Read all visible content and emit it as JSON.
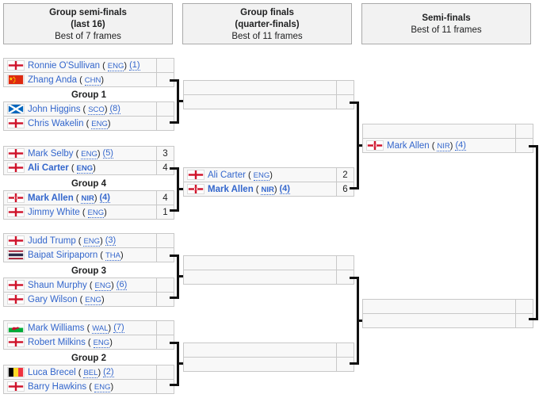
{
  "rounds": [
    {
      "l1": "Group semi-finals",
      "l2": "(last 16)",
      "l3": "Best of 7 frames"
    },
    {
      "l1": "Group finals",
      "l2": "(quarter-finals)",
      "l3": "Best of 11 frames"
    },
    {
      "l1": "Semi-finals",
      "l2": "",
      "l3": "Best of 11 frames"
    }
  ],
  "groups": [
    {
      "label": "Group 1"
    },
    {
      "label": "Group 4"
    },
    {
      "label": "Group 3"
    },
    {
      "label": "Group 2"
    }
  ],
  "r1": [
    {
      "name": "Ronnie O'Sullivan",
      "cc": "ENG",
      "flag": "eng",
      "seed": "(1)",
      "score": "",
      "win": false
    },
    {
      "name": "Zhang Anda",
      "cc": "CHN",
      "flag": "chn",
      "seed": "",
      "score": "",
      "win": false
    },
    {
      "name": "John Higgins",
      "cc": "SCO",
      "flag": "sco",
      "seed": "(8)",
      "score": "",
      "win": false
    },
    {
      "name": "Chris Wakelin",
      "cc": "ENG",
      "flag": "eng",
      "seed": "",
      "score": "",
      "win": false
    },
    {
      "name": "Mark Selby",
      "cc": "ENG",
      "flag": "eng",
      "seed": "(5)",
      "score": "3",
      "win": false
    },
    {
      "name": "Ali Carter",
      "cc": "ENG",
      "flag": "eng",
      "seed": "",
      "score": "4",
      "win": true
    },
    {
      "name": "Mark Allen",
      "cc": "NIR",
      "flag": "nir",
      "seed": "(4)",
      "score": "4",
      "win": true
    },
    {
      "name": "Jimmy White",
      "cc": "ENG",
      "flag": "eng",
      "seed": "",
      "score": "1",
      "win": false
    },
    {
      "name": "Judd Trump",
      "cc": "ENG",
      "flag": "eng",
      "seed": "(3)",
      "score": "",
      "win": false
    },
    {
      "name": "Baipat Siripaporn",
      "cc": "THA",
      "flag": "tha",
      "seed": "",
      "score": "",
      "win": false
    },
    {
      "name": "Shaun Murphy",
      "cc": "ENG",
      "flag": "eng",
      "seed": "(6)",
      "score": "",
      "win": false
    },
    {
      "name": "Gary Wilson",
      "cc": "ENG",
      "flag": "eng",
      "seed": "",
      "score": "",
      "win": false
    },
    {
      "name": "Mark Williams",
      "cc": "WAL",
      "flag": "wal",
      "seed": "(7)",
      "score": "",
      "win": false
    },
    {
      "name": "Robert Milkins",
      "cc": "ENG",
      "flag": "eng",
      "seed": "",
      "score": "",
      "win": false
    },
    {
      "name": "Luca Brecel",
      "cc": "BEL",
      "flag": "bel",
      "seed": "(2)",
      "score": "",
      "win": false
    },
    {
      "name": "Barry Hawkins",
      "cc": "ENG",
      "flag": "eng",
      "seed": "",
      "score": "",
      "win": false
    }
  ],
  "r2": [
    {
      "name": "",
      "cc": "",
      "flag": "",
      "seed": "",
      "score": "",
      "win": false
    },
    {
      "name": "",
      "cc": "",
      "flag": "",
      "seed": "",
      "score": "",
      "win": false
    },
    {
      "name": "Ali Carter",
      "cc": "ENG",
      "flag": "eng",
      "seed": "",
      "score": "2",
      "win": false
    },
    {
      "name": "Mark Allen",
      "cc": "NIR",
      "flag": "nir",
      "seed": "(4)",
      "score": "6",
      "win": true
    },
    {
      "name": "",
      "cc": "",
      "flag": "",
      "seed": "",
      "score": "",
      "win": false
    },
    {
      "name": "",
      "cc": "",
      "flag": "",
      "seed": "",
      "score": "",
      "win": false
    },
    {
      "name": "",
      "cc": "",
      "flag": "",
      "seed": "",
      "score": "",
      "win": false
    },
    {
      "name": "",
      "cc": "",
      "flag": "",
      "seed": "",
      "score": "",
      "win": false
    }
  ],
  "r3": [
    {
      "name": "",
      "cc": "",
      "flag": "",
      "seed": "",
      "score": "",
      "win": false
    },
    {
      "name": "Mark Allen",
      "cc": "NIR",
      "flag": "nir",
      "seed": "(4)",
      "score": "",
      "win": false
    },
    {
      "name": "",
      "cc": "",
      "flag": "",
      "seed": "",
      "score": "",
      "win": false
    },
    {
      "name": "",
      "cc": "",
      "flag": "",
      "seed": "",
      "score": "",
      "win": false
    }
  ],
  "colors": {
    "link": "#3366cc",
    "text": "#202122",
    "header_bg": "#f2f2f2",
    "row_bg": "#f8f8f8",
    "row_border": "#c8c8c8",
    "connector": "#111111"
  }
}
